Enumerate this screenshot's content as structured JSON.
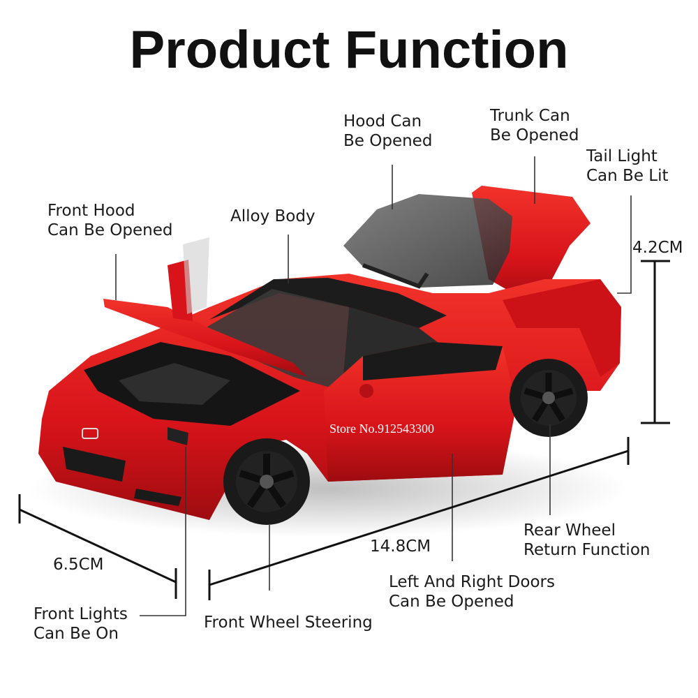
{
  "title": "Product Function",
  "callouts": {
    "hood": [
      "Hood Can",
      "Be Opened"
    ],
    "trunk": [
      "Trunk Can",
      "Be Opened"
    ],
    "tail_light": [
      "Tail Light",
      "Can Be Lit"
    ],
    "front_hood": [
      "Front Hood",
      "Can Be Opened"
    ],
    "alloy_body": [
      "Alloy Body"
    ],
    "rear_wheel": [
      "Rear Wheel",
      "Return Function"
    ],
    "doors": [
      "Left And Right Doors",
      "Can Be Opened"
    ],
    "front_lights": [
      "Front Lights",
      "Can Be On"
    ],
    "front_wheel": [
      "Front Wheel Steering"
    ]
  },
  "dimensions": {
    "height": "4.2CM",
    "length": "14.8CM",
    "width": "6.5CM"
  },
  "watermark": "Store No.912543300",
  "colors": {
    "body": "#e3191b",
    "roof": "#1c1c1c",
    "background": "#ffffff"
  }
}
